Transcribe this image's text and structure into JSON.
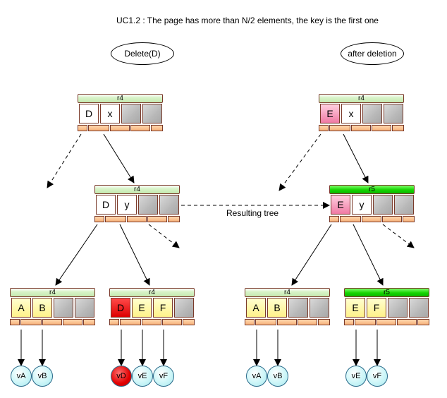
{
  "title": "UC1.2 : The page has more than N/2 elements, the key is the first one",
  "labels": {
    "left": "Delete(D)",
    "right": "after deletion",
    "resulting_tree": "Resulting tree"
  },
  "colors": {
    "header_light": "#c4eab0",
    "header_bright": "#16d400",
    "key_yellow": "#fff28a",
    "key_pink": "#f07aa4",
    "key_red": "#dd0000",
    "leaf": "#cdf6f8"
  },
  "nodes": [
    {
      "id": "L-root",
      "title": "r4",
      "header": "light",
      "cells": [
        {
          "text": "D",
          "color": "white"
        },
        {
          "text": "x",
          "color": "white"
        },
        {
          "text": "",
          "color": "empty"
        },
        {
          "text": "",
          "color": "empty"
        }
      ]
    },
    {
      "id": "L-mid",
      "title": "r4",
      "header": "light",
      "cells": [
        {
          "text": "D",
          "color": "white"
        },
        {
          "text": "y",
          "color": "white"
        },
        {
          "text": "",
          "color": "empty"
        },
        {
          "text": "",
          "color": "empty"
        }
      ]
    },
    {
      "id": "L-leaf1",
      "title": "r4",
      "header": "light",
      "cells": [
        {
          "text": "A",
          "color": "yellow"
        },
        {
          "text": "B",
          "color": "yellow"
        },
        {
          "text": "",
          "color": "empty"
        },
        {
          "text": "",
          "color": "empty"
        }
      ]
    },
    {
      "id": "L-leaf2",
      "title": "r4",
      "header": "light",
      "cells": [
        {
          "text": "D",
          "color": "red"
        },
        {
          "text": "E",
          "color": "yellow"
        },
        {
          "text": "F",
          "color": "yellow"
        },
        {
          "text": "",
          "color": "empty"
        }
      ]
    },
    {
      "id": "R-root",
      "title": "r4",
      "header": "light",
      "cells": [
        {
          "text": "E",
          "color": "pink"
        },
        {
          "text": "x",
          "color": "white"
        },
        {
          "text": "",
          "color": "empty"
        },
        {
          "text": "",
          "color": "empty"
        }
      ]
    },
    {
      "id": "R-mid",
      "title": "r5",
      "header": "bright",
      "cells": [
        {
          "text": "E",
          "color": "pink"
        },
        {
          "text": "y",
          "color": "white"
        },
        {
          "text": "",
          "color": "empty"
        },
        {
          "text": "",
          "color": "empty"
        }
      ]
    },
    {
      "id": "R-leaf1",
      "title": "r4",
      "header": "light",
      "cells": [
        {
          "text": "A",
          "color": "yellow"
        },
        {
          "text": "B",
          "color": "yellow"
        },
        {
          "text": "",
          "color": "empty"
        },
        {
          "text": "",
          "color": "empty"
        }
      ]
    },
    {
      "id": "R-leaf2",
      "title": "r5",
      "header": "bright",
      "cells": [
        {
          "text": "E",
          "color": "yellow"
        },
        {
          "text": "F",
          "color": "yellow"
        },
        {
          "text": "",
          "color": "empty"
        },
        {
          "text": "",
          "color": "empty"
        }
      ]
    }
  ],
  "values": [
    {
      "text": "vA",
      "color": "cyan"
    },
    {
      "text": "vB",
      "color": "cyan"
    },
    {
      "text": "vD",
      "color": "red"
    },
    {
      "text": "vE",
      "color": "cyan"
    },
    {
      "text": "vF",
      "color": "cyan"
    },
    {
      "text": "vA",
      "color": "cyan"
    },
    {
      "text": "vB",
      "color": "cyan"
    },
    {
      "text": "vE",
      "color": "cyan"
    },
    {
      "text": "vF",
      "color": "cyan"
    }
  ]
}
